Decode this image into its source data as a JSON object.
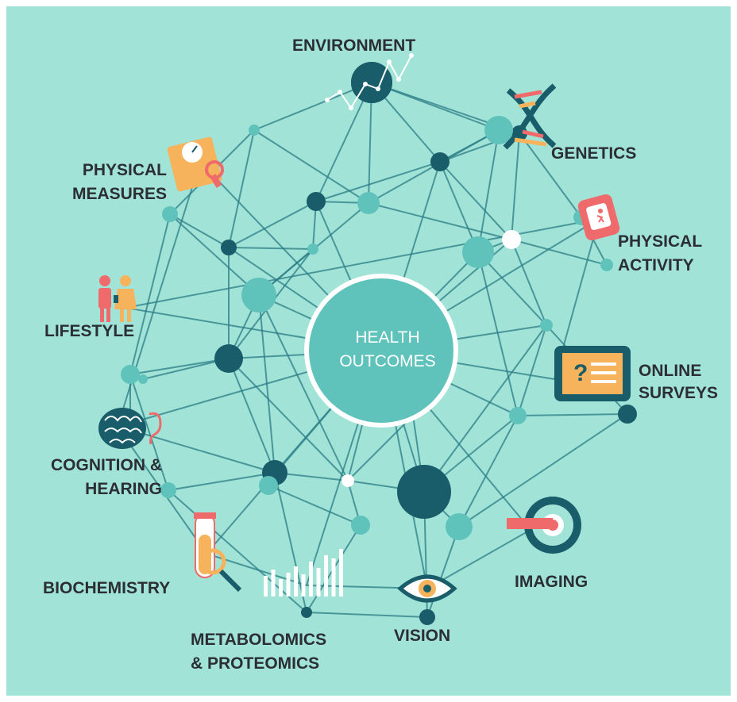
{
  "center": {
    "line1": "HEALTH",
    "line2": "OUTCOMES"
  },
  "categories": {
    "environment": {
      "label": "ENVIRONMENT",
      "icon": "line-chart-icon"
    },
    "genetics": {
      "label": "GENETICS",
      "icon": "dna-icon"
    },
    "physical_activity": {
      "line1": "PHYSICAL",
      "line2": "ACTIVITY",
      "icon": "fitness-watch-icon"
    },
    "online_surveys": {
      "line1": "ONLINE",
      "line2": "SURVEYS",
      "icon": "tablet-survey-icon"
    },
    "imaging": {
      "label": "IMAGING",
      "icon": "scanner-icon"
    },
    "vision": {
      "label": "VISION",
      "icon": "eye-icon"
    },
    "metabolomics": {
      "line1": "METABOLOMICS",
      "line2": "& PROTEOMICS",
      "icon": "bar-chart-icon"
    },
    "biochemistry": {
      "label": "BIOCHEMISTRY",
      "icon": "test-tube-icon"
    },
    "cognition": {
      "line1": "COGNITION &",
      "line2": "HEARING",
      "icon": "brain-ear-icon"
    },
    "lifestyle": {
      "label": "LIFESTYLE",
      "icon": "people-icon"
    },
    "physical_measures": {
      "line1": "PHYSICAL",
      "line2": "MEASURES",
      "icon": "scale-icon"
    }
  },
  "colors": {
    "background": "#a2e3d8",
    "node_dark": "#185d69",
    "node_light": "#5fc3bb",
    "edge": "#2a7c85",
    "center_fill": "#5fc3bb",
    "label_text": "#2b2f33",
    "accent_coral": "#ef6a6a",
    "accent_orange": "#f6b35b"
  }
}
